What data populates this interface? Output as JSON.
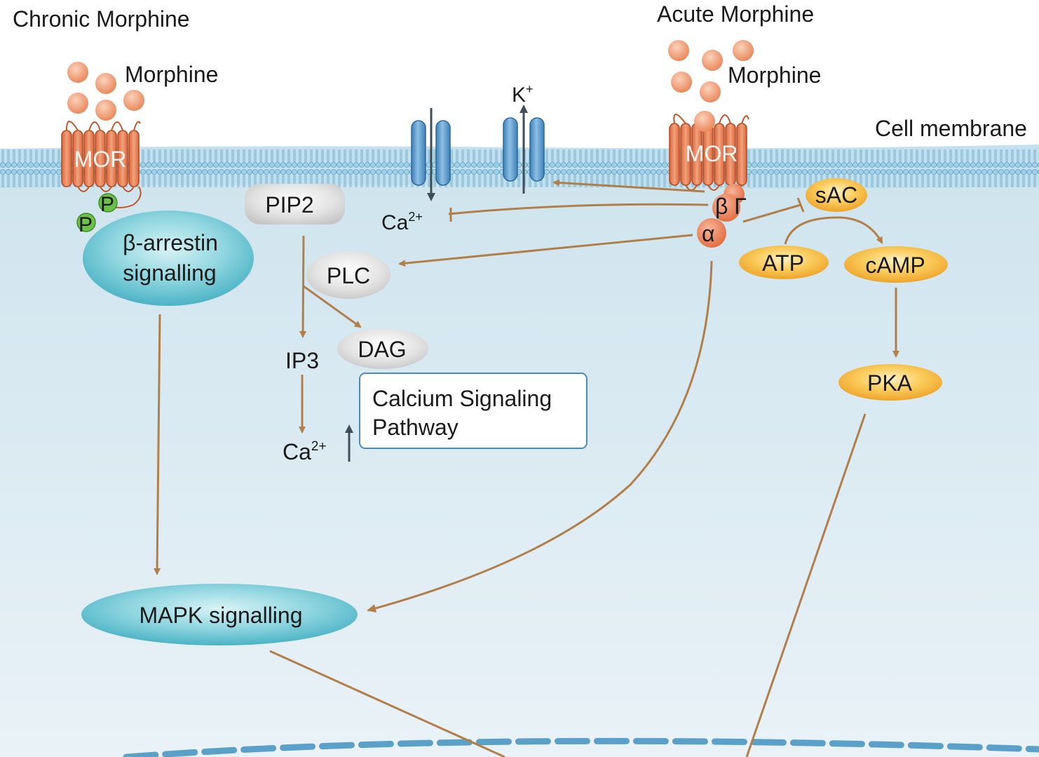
{
  "labels": {
    "chronic": "Chronic Morphine",
    "acute": "Acute Morphine",
    "morphine_left": "Morphine",
    "morphine_right": "Morphine",
    "cell_membrane": "Cell membrane",
    "mor_left": "MOR",
    "mor_right": "MOR",
    "p1": "P",
    "p2": "P",
    "k_ion": "K",
    "k_charge": "+",
    "ca_top": "Ca",
    "ca_top_charge": "2+",
    "beta_gamma": "β Γ",
    "alpha": "α",
    "sac": "sAC",
    "atp": "ATP",
    "camp": "cAMP",
    "pka": "PKA",
    "pip2": "PIP2",
    "plc": "PLC",
    "dag": "DAG",
    "ip3": "IP3",
    "ca_bottom": "Ca",
    "ca_bottom_charge": "2+",
    "arrestin_line1": "β-arrestin",
    "arrestin_line2": "signalling",
    "calcium_line1": "Calcium Signaling",
    "calcium_line2": "Pathway",
    "mapk": "MAPK signalling"
  },
  "colors": {
    "cytoplasm_top": "#cfe4ee",
    "cytoplasm_bottom": "#e6f0f6",
    "membrane": "#8fc4dc",
    "membrane_dark": "#6aaaca",
    "receptor": "#e07a50",
    "morphine": "#f0a07a",
    "arrow": "#b07f4b",
    "channel": "#5b9acb",
    "teal": "#5cc0d0",
    "orange_node": "#f5b53a",
    "grey_node": "#d8d8d8",
    "p_green": "#6cc04a"
  }
}
